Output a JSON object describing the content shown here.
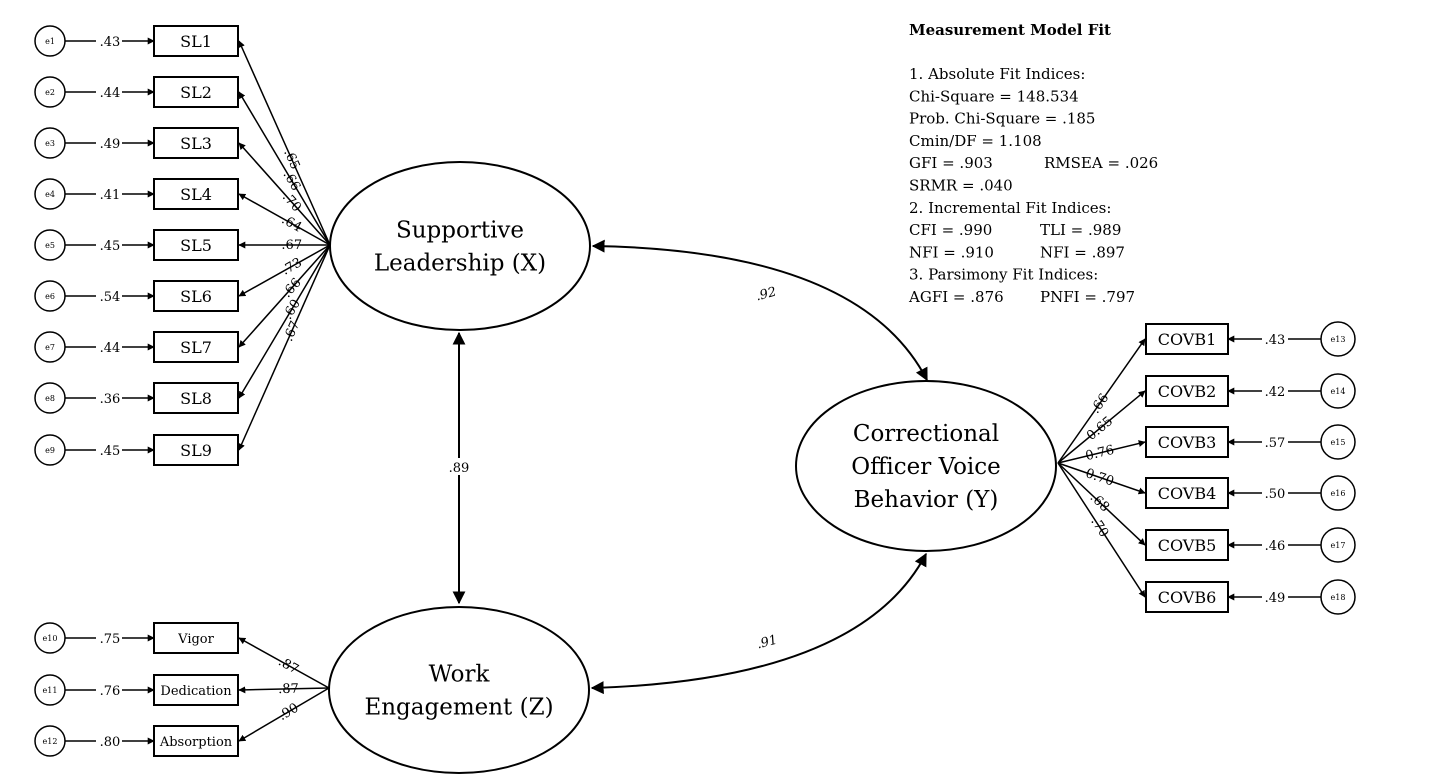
{
  "latents": {
    "x": {
      "lines": [
        "Supportive",
        "Leadership (X)"
      ]
    },
    "y": {
      "lines": [
        "Correctional",
        "Officer Voice",
        "Behavior (Y)"
      ]
    },
    "z": {
      "lines": [
        "Work",
        "Engagement (Z)"
      ]
    }
  },
  "indicators_sl": [
    {
      "label": "SL1",
      "error": "e1",
      "r2": ".43",
      "loading": ".65"
    },
    {
      "label": "SL2",
      "error": "e2",
      "r2": ".44",
      "loading": ".66"
    },
    {
      "label": "SL3",
      "error": "e3",
      "r2": ".49",
      "loading": ".70"
    },
    {
      "label": "SL4",
      "error": "e4",
      "r2": ".41",
      "loading": ".64"
    },
    {
      "label": "SL5",
      "error": "e5",
      "r2": ".45",
      "loading": ".67"
    },
    {
      "label": "SL6",
      "error": "e6",
      "r2": ".54",
      "loading": ".73"
    },
    {
      "label": "SL7",
      "error": "e7",
      "r2": ".44",
      "loading": ".66"
    },
    {
      "label": "SL8",
      "error": "e8",
      "r2": ".36",
      "loading": ".60"
    },
    {
      "label": "SL9",
      "error": "e9",
      "r2": ".45",
      "loading": ".67"
    }
  ],
  "indicators_we": [
    {
      "label": "Vigor",
      "error": "e10",
      "r2": ".75",
      "loading": ".87"
    },
    {
      "label": "Dedication",
      "error": "e11",
      "r2": ".76",
      "loading": ".87"
    },
    {
      "label": "Absorption",
      "error": "e12",
      "r2": ".80",
      "loading": ".90"
    }
  ],
  "indicators_covb": [
    {
      "label": "COVB1",
      "error": "e13",
      "r2": ".43",
      "loading": ".66"
    },
    {
      "label": "COVB2",
      "error": "e14",
      "r2": ".42",
      "loading": "0.65"
    },
    {
      "label": "COVB3",
      "error": "e15",
      "r2": ".57",
      "loading": "0.76"
    },
    {
      "label": "COVB4",
      "error": "e16",
      "r2": ".50",
      "loading": "0.70"
    },
    {
      "label": "COVB5",
      "error": "e17",
      "r2": ".46",
      "loading": ".68"
    },
    {
      "label": "COVB6",
      "error": "e18",
      "r2": ".49",
      "loading": ".70"
    }
  ],
  "correlations": {
    "xy": ".92",
    "xz": ".89",
    "zy": ".91"
  },
  "fit": {
    "title": "Measurement Model Fit",
    "lines": [
      "1. Absolute Fit Indices:",
      "Chi-Square = 148.534",
      "Prob. Chi-Square = .185",
      "Cmin/DF = 1.108",
      [
        "GFI = .903",
        "RMSEA = .026"
      ],
      "SRMR = .040",
      "2. Incremental Fit Indices:",
      [
        "CFI = .990",
        "TLI = .989"
      ],
      [
        "NFI = .910",
        "NFI = .897"
      ],
      "3. Parsimony Fit Indices:",
      [
        "AGFI = .876",
        "PNFI = .797"
      ]
    ]
  }
}
